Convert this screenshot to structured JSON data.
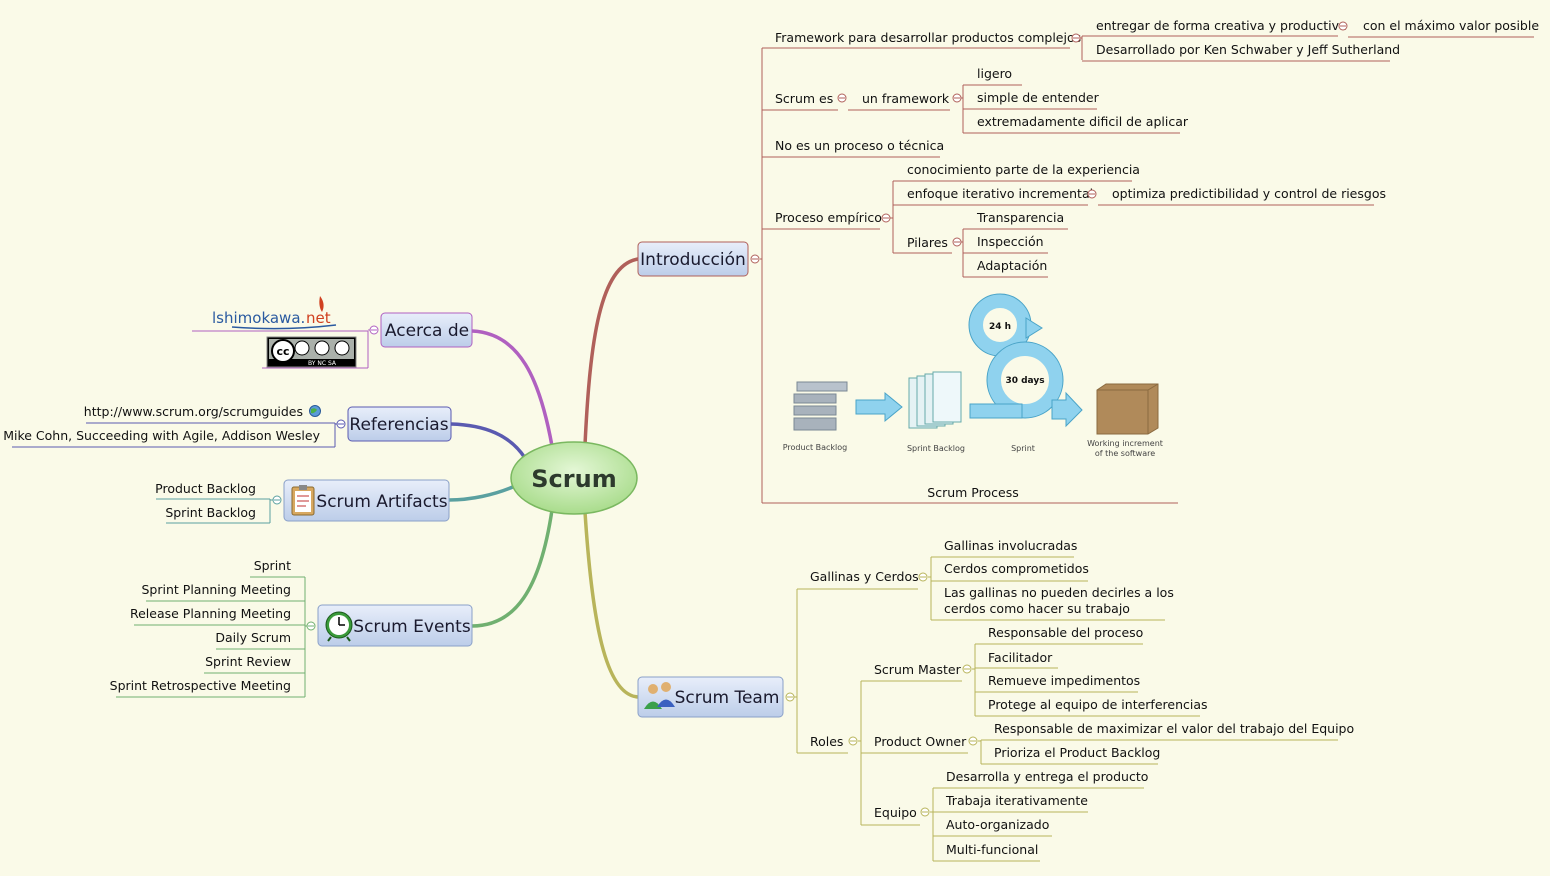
{
  "center": {
    "label": "Scrum"
  },
  "intro": {
    "label": "Introducción",
    "framework": {
      "label": "Framework para desarrollar productos complejos",
      "creative": "entregar de forma creativa y productiva",
      "max_value": "con el máximo valor posible",
      "authors": "Desarrollado por Ken Schwaber y Jeff Sutherland"
    },
    "scrum_es": {
      "label": "Scrum es",
      "framework_label": "un framework",
      "traits": [
        "ligero",
        "simple de entender",
        "extremadamente dificil de aplicar"
      ]
    },
    "no_process": "No es un proceso o técnica",
    "empirico": {
      "label": "Proceso empírico",
      "knowledge": "conocimiento parte de la experiencia",
      "iterative": "enfoque iterativo incremental",
      "optimize": "optimiza predictibilidad y control de riesgos",
      "pilares_label": "Pilares",
      "pilares": [
        "Transparencia",
        "Inspección",
        "Adaptación"
      ]
    },
    "process_image": {
      "caption": "Scrum Process",
      "product_backlog": "Product Backlog",
      "sprint_backlog": "Sprint Backlog",
      "sprint": "Sprint",
      "increment_line1": "Working increment",
      "increment_line2": "of the software",
      "cycle_24h": "24 h",
      "cycle_30d": "30 days"
    }
  },
  "team": {
    "label": "Scrum Team",
    "gallinas": {
      "label": "Gallinas y Cerdos",
      "items": [
        "Gallinas involucradas",
        "Cerdos comprometidos"
      ],
      "note_line1": "Las gallinas no pueden decirles a los",
      "note_line2": "cerdos como hacer su trabajo"
    },
    "roles": {
      "label": "Roles",
      "master": {
        "label": "Scrum Master",
        "items": [
          "Responsable del proceso",
          "Facilitador",
          "Remueve impedimentos",
          "Protege al equipo de interferencias"
        ]
      },
      "owner": {
        "label": "Product Owner",
        "items": [
          "Responsable de maximizar el valor del trabajo del Equipo",
          "Prioriza el Product Backlog"
        ]
      },
      "equipo": {
        "label": "Equipo",
        "items": [
          "Desarrolla y entrega el producto",
          "Trabaja iterativamente",
          "Auto-organizado",
          "Multi-funcional"
        ]
      }
    }
  },
  "acerca": {
    "label": "Acerca de",
    "logo_text_a": "lshimokawa.",
    "logo_text_b": "net",
    "license_text": "BY  NC  SA",
    "license_cc": "cc"
  },
  "referencias": {
    "label": "Referencias",
    "items": [
      "http://www.scrum.org/scrumguides",
      "Mike Cohn, Succeeding with Agile, Addison Wesley"
    ]
  },
  "artifacts": {
    "label": "Scrum Artifacts",
    "items": [
      "Product Backlog",
      "Sprint Backlog"
    ]
  },
  "events": {
    "label": "Scrum Events",
    "items": [
      "Sprint",
      "Sprint Planning Meeting",
      "Release Planning Meeting",
      "Daily Scrum",
      "Sprint Review",
      "Sprint Retrospective Meeting"
    ]
  },
  "colors": {
    "intro": "#b0605a",
    "team": "#b8b45a",
    "acerca": "#b060c0",
    "referencias": "#5a5ab0",
    "artifacts": "#5aa0a0",
    "events": "#70b070",
    "box_fill": "#cfdcf2",
    "box_stroke": "#8aa0c8",
    "center_fill": "#c6ecb0"
  }
}
